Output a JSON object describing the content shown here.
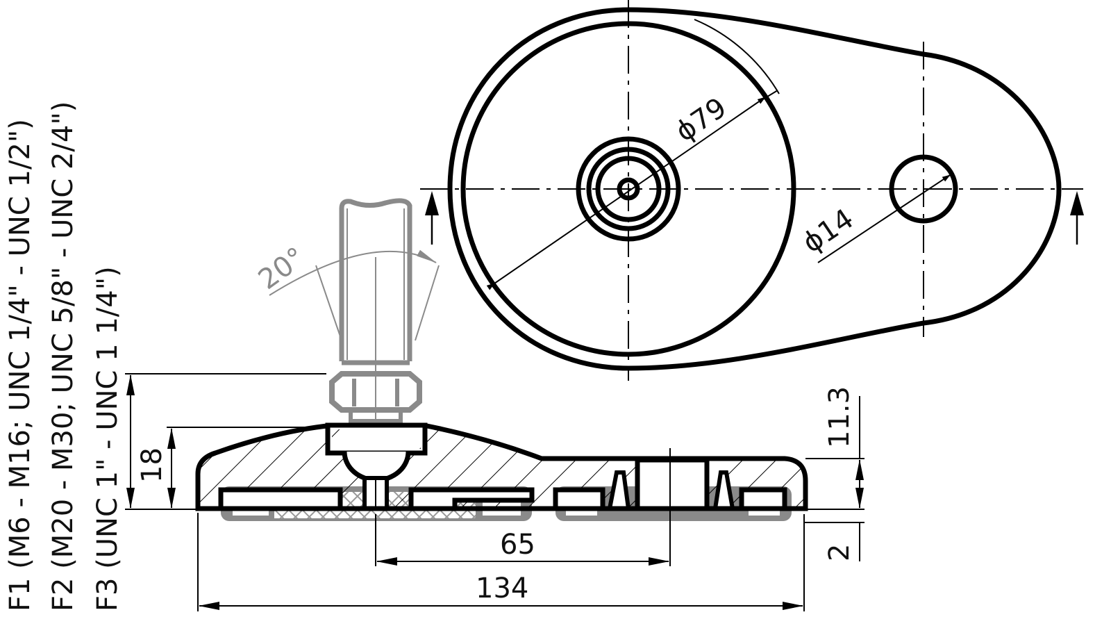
{
  "drawing": {
    "type": "technical drawing - levelling foot base (side section and top view)",
    "colors": {
      "line": "#000000",
      "phantom_gray": "#8a8a8a",
      "background": "#ffffff"
    }
  },
  "thread_variants": {
    "f1": "F1 (M6 - M16; UNC 1/4\" - UNC 1/2\")",
    "f2": "F2 (M20 - M30; UNC 5/8\" - UNC 2/4\")",
    "f3": "F3 (UNC 1\" - UNC 1 1/4\")"
  },
  "dimensions": {
    "angle": "20°",
    "base_diameter": "ϕ79",
    "hole_diameter": "ϕ14",
    "height": "18",
    "top_height": "11.3",
    "pad_thickness": "2",
    "hole_spacing": "65",
    "overall_length": "134"
  },
  "views": {
    "top_view": "plan view with section arrows",
    "side_view": "section view with swivel stud and anti-slip pad"
  }
}
